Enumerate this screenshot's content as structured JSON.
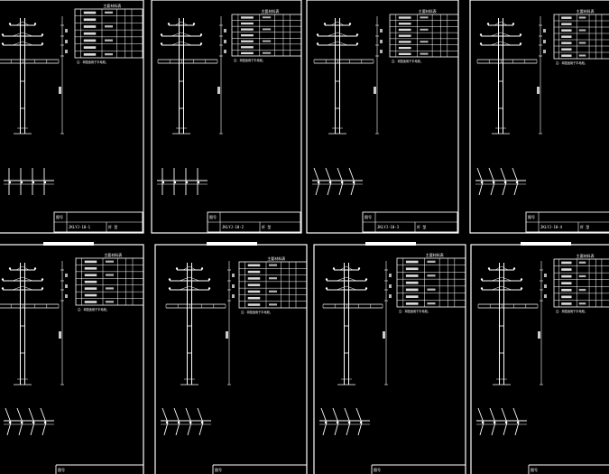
{
  "colors": {
    "background": "#000000",
    "line": "#ffffff"
  },
  "sheets": [
    {
      "id": "s1",
      "table_title": "主要材料表",
      "note": "注：本图适用于平地段。",
      "title_label": "图号",
      "title_code": "JKLYJ-10-1",
      "title_name": "杆 型"
    },
    {
      "id": "s2",
      "table_title": "主要材料表",
      "note": "注：本图适用于平地段。",
      "title_label": "图号",
      "title_code": "JKLYJ-10-2",
      "title_name": "杆 型"
    },
    {
      "id": "s3",
      "table_title": "主要材料表",
      "note": "注：本图适用于平地段。",
      "title_label": "图号",
      "title_code": "JKLYJ-10-3",
      "title_name": "杆 型"
    },
    {
      "id": "s4",
      "table_title": "主要材料表",
      "note": "注：本图适用于平地段。",
      "title_label": "图号",
      "title_code": "JKLYJ-10-4",
      "title_name": "杆 型"
    },
    {
      "id": "s5",
      "table_title": "主要材料表",
      "note": "注：本图适用于平地段。",
      "title_label": "图号",
      "title_code": "",
      "title_name": ""
    },
    {
      "id": "s6",
      "table_title": "主要材料表",
      "note": "注：本图适用于平地段。",
      "title_label": "图号",
      "title_code": "",
      "title_name": ""
    },
    {
      "id": "s7",
      "table_title": "主要材料表",
      "note": "注：本图适用于平地段。",
      "title_label": "图号",
      "title_code": "",
      "title_name": ""
    },
    {
      "id": "s8",
      "table_title": "主要材料表",
      "note": "注：本图适用于平地段。",
      "title_label": "图号",
      "title_code": "",
      "title_name": ""
    }
  ]
}
